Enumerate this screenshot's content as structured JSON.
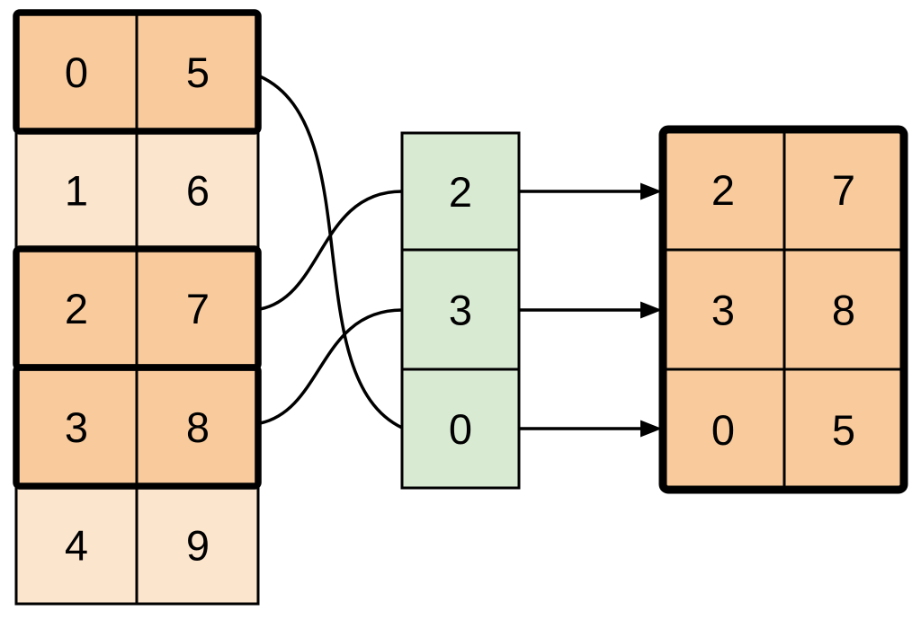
{
  "colors": {
    "selected_fill": "#F9CB9C",
    "unselected_fill": "#FCE5CD",
    "index_fill": "#D9EAD3",
    "line_color": "#000000"
  },
  "source_table": {
    "rows": [
      {
        "cells": [
          "0",
          "5"
        ],
        "selected": true
      },
      {
        "cells": [
          "1",
          "6"
        ],
        "selected": false
      },
      {
        "cells": [
          "2",
          "7"
        ],
        "selected": true
      },
      {
        "cells": [
          "3",
          "8"
        ],
        "selected": true
      },
      {
        "cells": [
          "4",
          "9"
        ],
        "selected": false
      }
    ]
  },
  "index_column": {
    "cells": [
      "2",
      "3",
      "0"
    ]
  },
  "result_table": {
    "rows": [
      {
        "cells": [
          "2",
          "7"
        ]
      },
      {
        "cells": [
          "3",
          "8"
        ]
      },
      {
        "cells": [
          "0",
          "5"
        ]
      }
    ]
  },
  "connections": {
    "curves": [
      {
        "from_source_row": 0,
        "to_index_cell": 2
      },
      {
        "from_source_row": 2,
        "to_index_cell": 0
      },
      {
        "from_source_row": 3,
        "to_index_cell": 1
      }
    ],
    "arrows": [
      {
        "from_index_cell": 0,
        "to_result_row": 0
      },
      {
        "from_index_cell": 1,
        "to_result_row": 1
      },
      {
        "from_index_cell": 2,
        "to_result_row": 2
      }
    ]
  }
}
